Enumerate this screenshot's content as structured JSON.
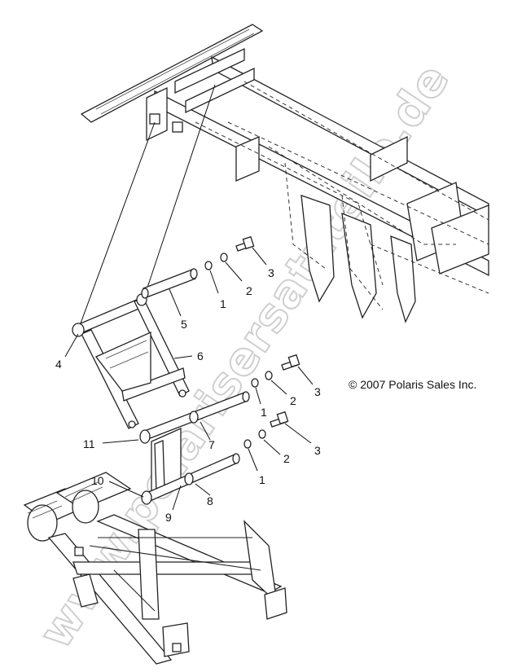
{
  "diagram": {
    "copyright": "© 2007 Polaris Sales Inc.",
    "watermark": "www.polarisersatzteile.de",
    "callouts": [
      {
        "id": "c1a",
        "label": "1"
      },
      {
        "id": "c2a",
        "label": "2"
      },
      {
        "id": "c3a",
        "label": "3"
      },
      {
        "id": "c5",
        "label": "5"
      },
      {
        "id": "c4",
        "label": "4"
      },
      {
        "id": "c6",
        "label": "6"
      },
      {
        "id": "c3b",
        "label": "3"
      },
      {
        "id": "c2b",
        "label": "2"
      },
      {
        "id": "c1b",
        "label": "1"
      },
      {
        "id": "c11",
        "label": "11"
      },
      {
        "id": "c7",
        "label": "7"
      },
      {
        "id": "c3c",
        "label": "3"
      },
      {
        "id": "c2c",
        "label": "2"
      },
      {
        "id": "c1c",
        "label": "1"
      },
      {
        "id": "c10",
        "label": "10"
      },
      {
        "id": "c8",
        "label": "8"
      },
      {
        "id": "c9",
        "label": "9"
      }
    ]
  }
}
